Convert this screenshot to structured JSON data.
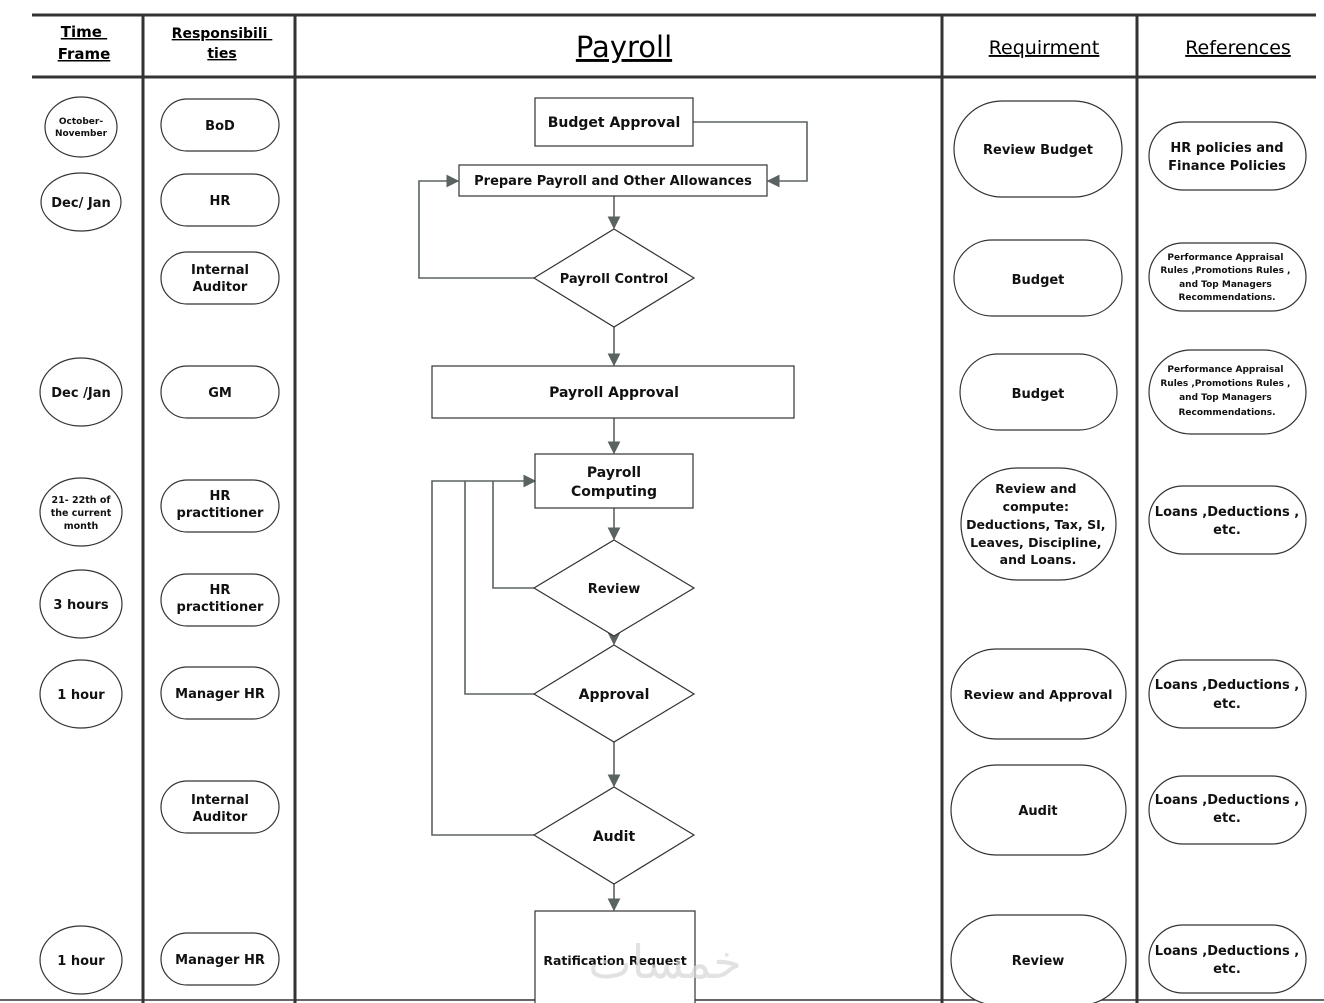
{
  "headers": {
    "time_frame": [
      "Time",
      "Frame"
    ],
    "responsibilities": [
      "Responsibili",
      "ties"
    ],
    "title": "Payroll",
    "requirement": "Requirment",
    "references": "References"
  },
  "time_frames": [
    {
      "lines": [
        "October-",
        "November"
      ]
    },
    {
      "lines": [
        "Dec/ Jan"
      ]
    },
    {
      "lines": [
        "Dec /Jan"
      ]
    },
    {
      "lines": [
        "21- 22th of",
        "the current",
        "month"
      ]
    },
    {
      "lines": [
        "3 hours"
      ]
    },
    {
      "lines": [
        "1 hour"
      ]
    },
    {
      "lines": [
        "1 hour"
      ]
    }
  ],
  "responsibilities": [
    {
      "lines": [
        "BoD"
      ]
    },
    {
      "lines": [
        "HR"
      ]
    },
    {
      "lines": [
        "Internal",
        "Auditor"
      ]
    },
    {
      "lines": [
        "GM"
      ]
    },
    {
      "lines": [
        "HR",
        "practitioner"
      ]
    },
    {
      "lines": [
        "HR",
        "practitioner"
      ]
    },
    {
      "lines": [
        "Manager HR"
      ]
    },
    {
      "lines": [
        "Internal",
        "Auditor"
      ]
    },
    {
      "lines": [
        "Manager HR"
      ]
    }
  ],
  "process_steps": [
    {
      "shape": "rect",
      "lines": [
        "Budget Approval"
      ]
    },
    {
      "shape": "rect",
      "lines": [
        "Prepare Payroll and Other Allowances"
      ]
    },
    {
      "shape": "diamond",
      "lines": [
        "Payroll Control"
      ]
    },
    {
      "shape": "rect",
      "lines": [
        "Payroll Approval"
      ]
    },
    {
      "shape": "rect",
      "lines": [
        "Payroll",
        "Computing"
      ]
    },
    {
      "shape": "diamond",
      "lines": [
        "Review"
      ]
    },
    {
      "shape": "diamond",
      "lines": [
        "Approval"
      ]
    },
    {
      "shape": "diamond",
      "lines": [
        "Audit"
      ]
    },
    {
      "shape": "rect",
      "lines": [
        "Ratification Request"
      ]
    }
  ],
  "requirements": [
    {
      "lines": [
        "Review Budget"
      ]
    },
    {
      "lines": [
        "Budget"
      ]
    },
    {
      "lines": [
        "Budget"
      ]
    },
    {
      "lines": [
        "Review and",
        "compute:",
        "Deductions, Tax, SI,",
        "Leaves, Discipline,",
        "and Loans."
      ]
    },
    {
      "lines": [
        "Review and Approval"
      ]
    },
    {
      "lines": [
        "Audit"
      ]
    },
    {
      "lines": [
        "Review"
      ]
    }
  ],
  "references": [
    {
      "lines": [
        "HR policies and",
        "Finance Policies"
      ]
    },
    {
      "lines": [
        "Performance Appraisal",
        "Rules ,Promotions Rules ,",
        "and Top Managers",
        "Recommendations."
      ]
    },
    {
      "lines": [
        "Performance Appraisal",
        "Rules ,Promotions Rules ,",
        "and Top Managers",
        "Recommendations."
      ]
    },
    {
      "lines": [
        "Loans ,Deductions ,",
        "etc."
      ]
    },
    {
      "lines": [
        "Loans ,Deductions ,",
        "etc."
      ]
    },
    {
      "lines": [
        "Loans ,Deductions ,",
        "etc."
      ]
    },
    {
      "lines": [
        "Loans ,Deductions ,",
        "etc."
      ]
    }
  ],
  "colors": {
    "line": "#333333",
    "arrow": "#5a6362",
    "watermark": "#d9d9d9"
  }
}
